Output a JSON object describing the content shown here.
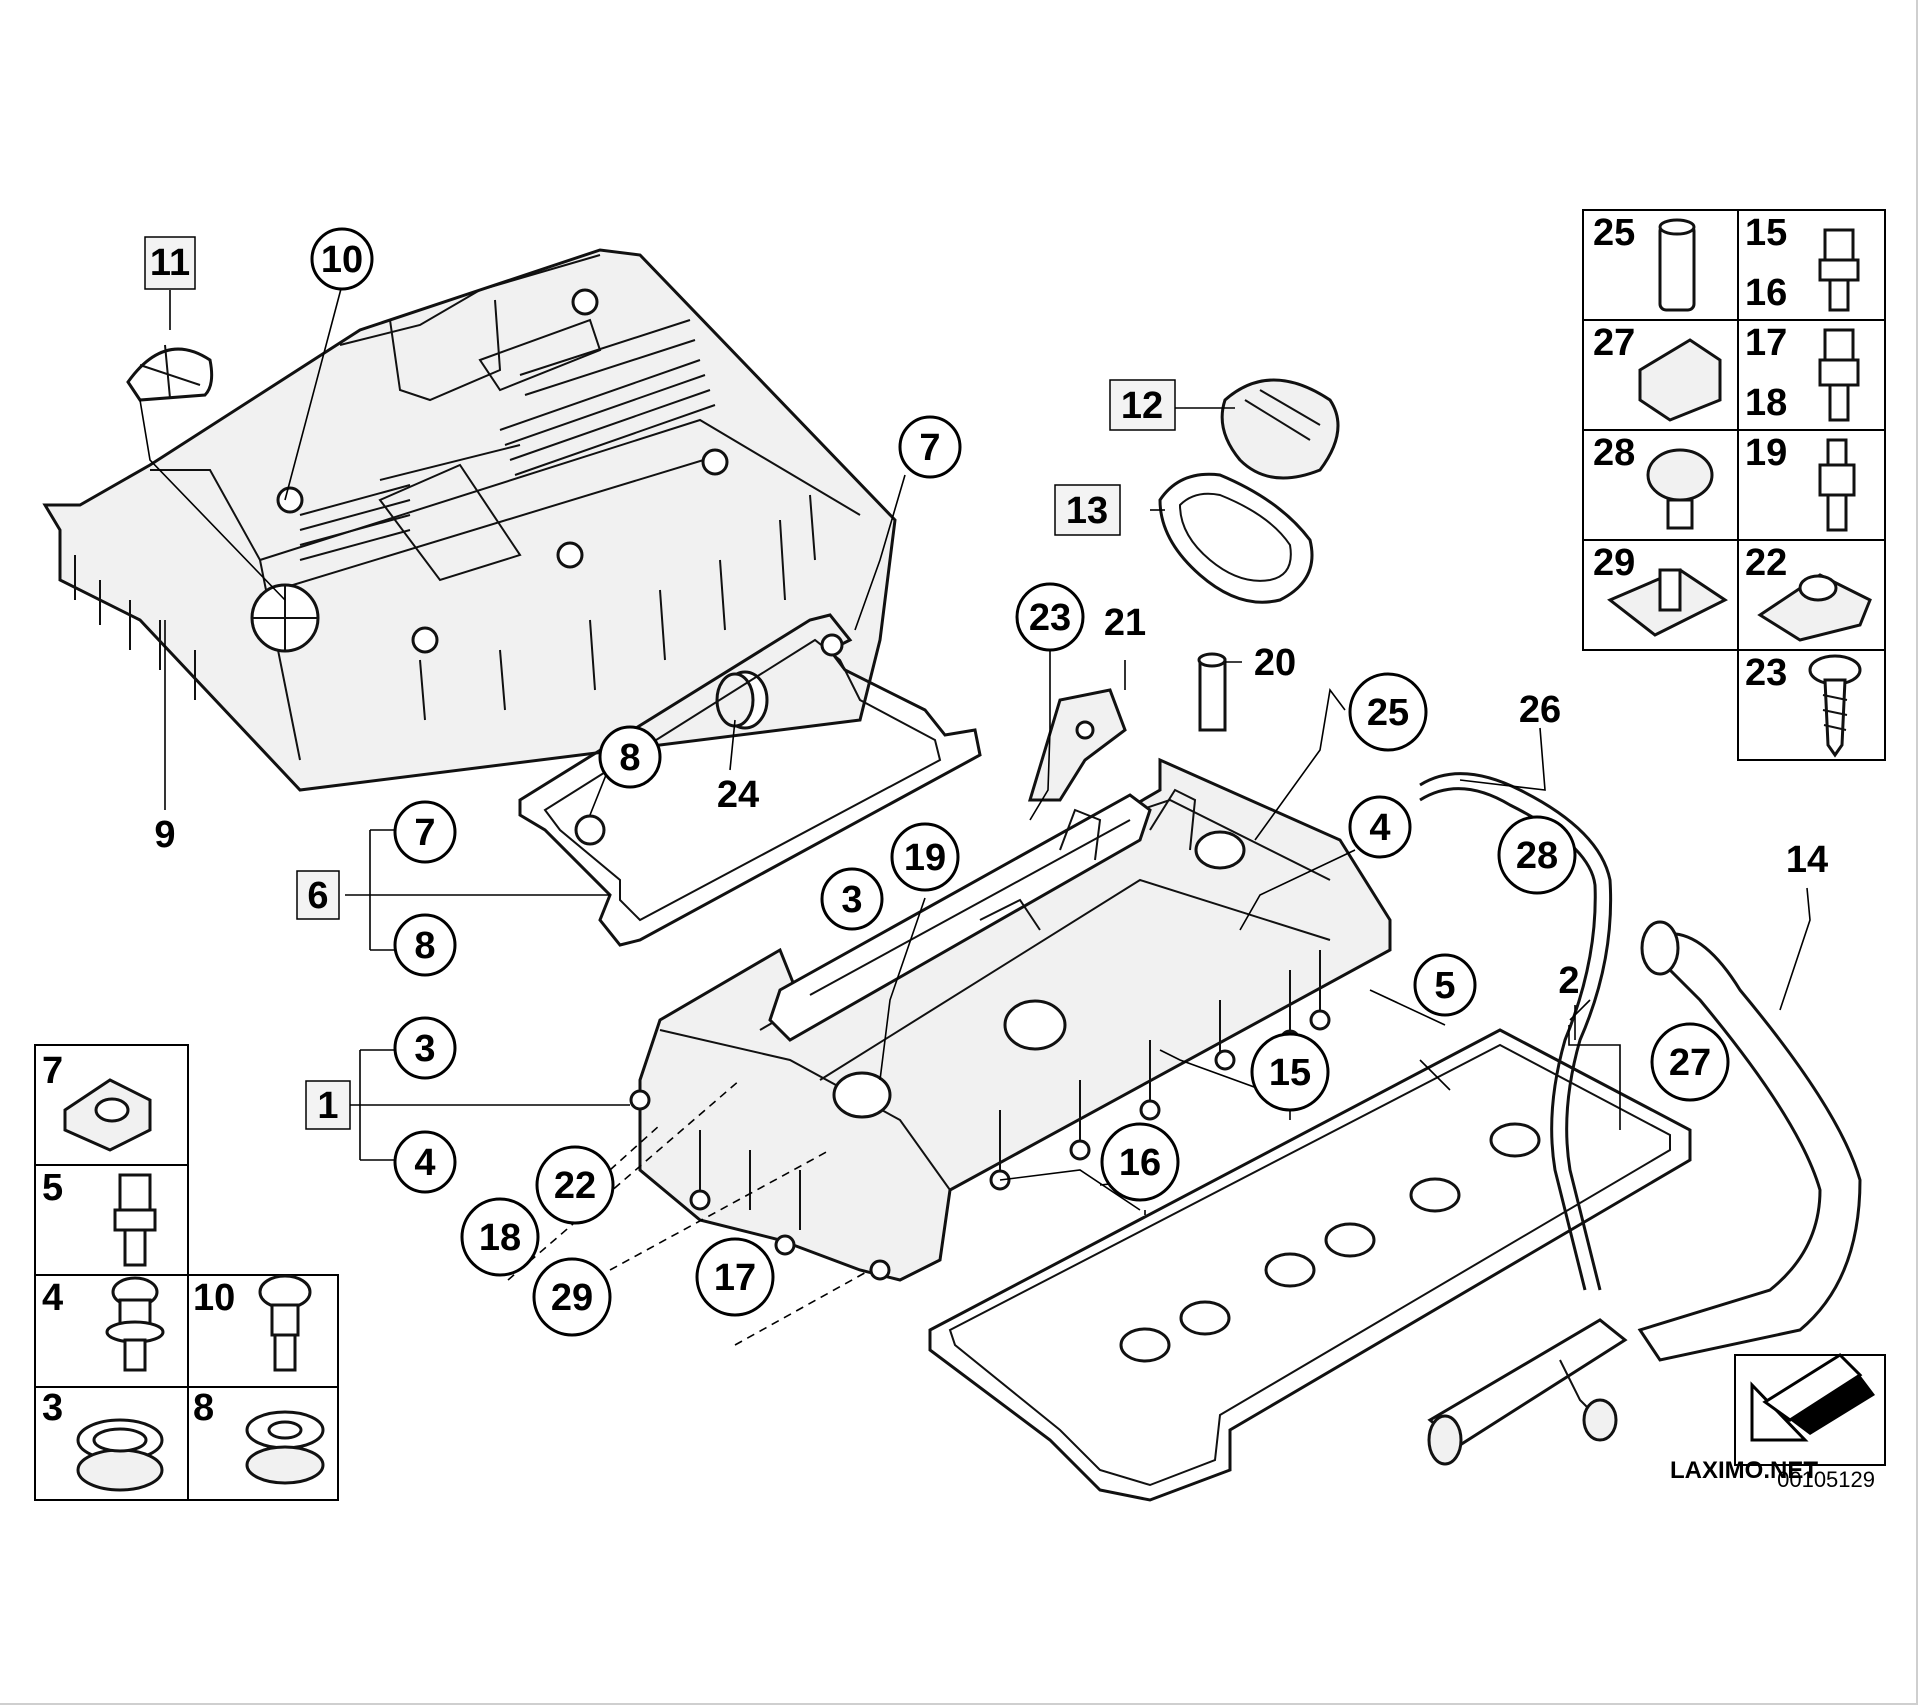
{
  "callouts": [
    {
      "id": "c11",
      "text": "11",
      "style": "square"
    },
    {
      "id": "c10",
      "text": "10",
      "style": "circle"
    },
    {
      "id": "c9",
      "text": "9",
      "style": "plain"
    },
    {
      "id": "c7a",
      "text": "7",
      "style": "circle"
    },
    {
      "id": "c8a",
      "text": "8",
      "style": "circle"
    },
    {
      "id": "c24",
      "text": "24",
      "style": "plain"
    },
    {
      "id": "c6",
      "text": "6",
      "style": "square"
    },
    {
      "id": "c7b",
      "text": "7",
      "style": "circle"
    },
    {
      "id": "c8b",
      "text": "8",
      "style": "circle"
    },
    {
      "id": "c12",
      "text": "12",
      "style": "square"
    },
    {
      "id": "c13",
      "text": "13",
      "style": "square"
    },
    {
      "id": "c23",
      "text": "23",
      "style": "circle"
    },
    {
      "id": "c21",
      "text": "21",
      "style": "plain"
    },
    {
      "id": "c20",
      "text": "20",
      "style": "plain"
    },
    {
      "id": "c25",
      "text": "25",
      "style": "circle"
    },
    {
      "id": "c26",
      "text": "26",
      "style": "plain"
    },
    {
      "id": "c28",
      "text": "28",
      "style": "circle"
    },
    {
      "id": "c14",
      "text": "14",
      "style": "plain"
    },
    {
      "id": "c4a",
      "text": "4",
      "style": "circle"
    },
    {
      "id": "c19",
      "text": "19",
      "style": "circle"
    },
    {
      "id": "c3a",
      "text": "3",
      "style": "circle"
    },
    {
      "id": "c5",
      "text": "5",
      "style": "circle"
    },
    {
      "id": "c2",
      "text": "2",
      "style": "plain"
    },
    {
      "id": "c27",
      "text": "27",
      "style": "circle"
    },
    {
      "id": "c15",
      "text": "15",
      "style": "circle"
    },
    {
      "id": "c16",
      "text": "16",
      "style": "circle"
    },
    {
      "id": "c1",
      "text": "1",
      "style": "square"
    },
    {
      "id": "c3b",
      "text": "3",
      "style": "circle"
    },
    {
      "id": "c4b",
      "text": "4",
      "style": "circle"
    },
    {
      "id": "c22",
      "text": "22",
      "style": "circle"
    },
    {
      "id": "c18",
      "text": "18",
      "style": "circle"
    },
    {
      "id": "c29",
      "text": "29",
      "style": "circle"
    },
    {
      "id": "c17",
      "text": "17",
      "style": "circle"
    }
  ],
  "right_legend": [
    [
      "25",
      "15"
    ],
    [
      "",
      "16"
    ],
    [
      "27",
      "17"
    ],
    [
      "",
      "18"
    ],
    [
      "28",
      "19"
    ],
    [
      "29",
      "22"
    ],
    [
      "23"
    ]
  ],
  "left_legend": [
    [
      "7"
    ],
    [
      "5"
    ],
    [
      "4",
      "10"
    ],
    [
      "3",
      "8"
    ]
  ],
  "watermark": "LAXIMO.NET",
  "diagram_code": "00105129",
  "colors": {
    "line": "#000000",
    "fill": "#f1f1f1",
    "background": "#ffffff"
  }
}
